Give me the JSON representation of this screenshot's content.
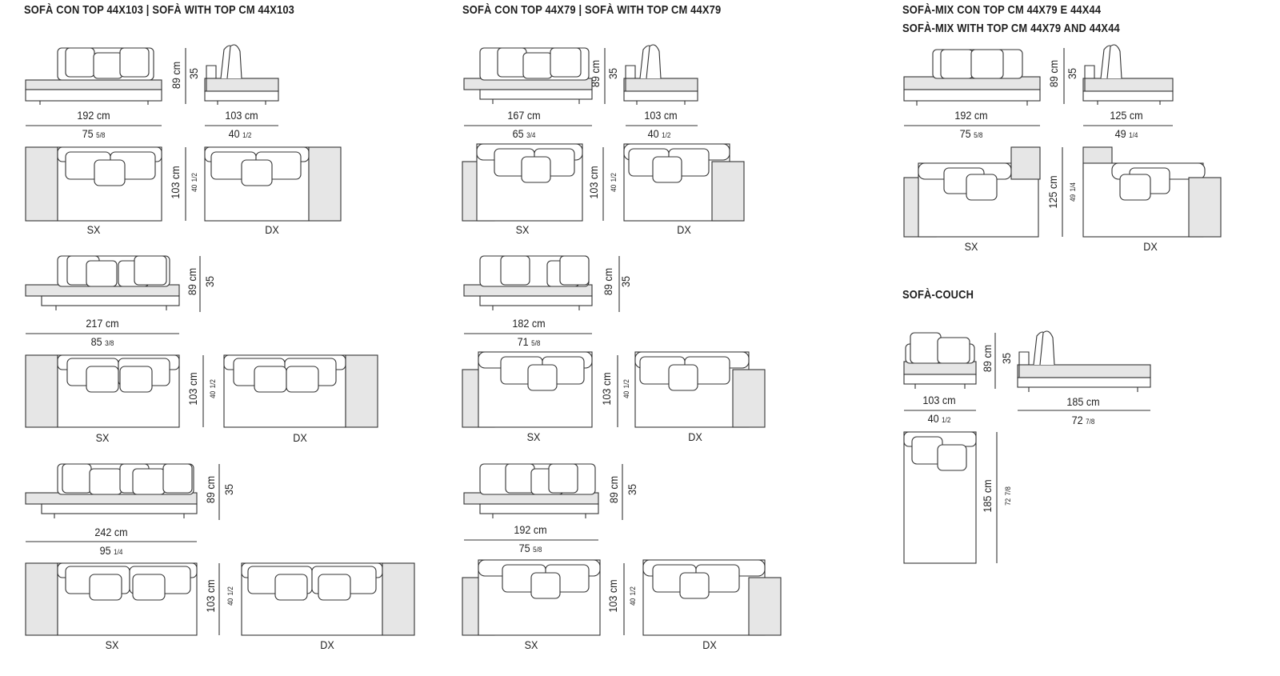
{
  "headers": {
    "col1": "SOFÀ CON TOP 44X103  |  SOFÀ WITH TOP CM 44X103",
    "col2": "SOFÀ CON TOP 44X79  |  SOFÀ WITH TOP CM 44X79",
    "col3_line1": "SOFÀ-MIX CON TOP CM 44X79 E 44X44",
    "col3_line2": "SOFÀ-MIX WITH TOP CM 44X79 AND 44X44",
    "couch": "SOFÀ-COUCH"
  },
  "units": {
    "cm": "cm"
  },
  "sides": {
    "sx": "SX",
    "dx": "DX"
  },
  "common": {
    "height_cm": "89 cm",
    "height_in": "35",
    "depth_103_cm": "103 cm",
    "depth_103_in": "40",
    "depth_103_in_frac": "1/2"
  },
  "col1": {
    "w1_cm": "192 cm",
    "w1_in": "75",
    "w1_frac": "5/8",
    "w2_cm": "217 cm",
    "w2_in": "85",
    "w2_frac": "3/8",
    "w3_cm": "242 cm",
    "w3_in": "95",
    "w3_frac": "1/4"
  },
  "col2": {
    "w1_cm": "167 cm",
    "w1_in": "65",
    "w1_frac": "3/4",
    "w2_cm": "182 cm",
    "w2_in": "71",
    "w2_frac": "5/8",
    "w3_cm": "192 cm",
    "w3_in": "75",
    "w3_frac": "5/8"
  },
  "col3": {
    "w_cm": "192 cm",
    "w_in": "75",
    "w_frac": "5/8",
    "side_cm": "125 cm",
    "side_in": "49",
    "side_frac": "1/4",
    "depth_cm": "125 cm",
    "depth_in": "49",
    "depth_frac": "1/4"
  },
  "couch": {
    "w_cm": "103 cm",
    "w_in": "40",
    "w_frac": "1/2",
    "side_cm": "185 cm",
    "side_in": "72",
    "side_frac": "7/8",
    "len_cm": "185 cm",
    "len_in": "72",
    "len_frac": "7/8"
  }
}
